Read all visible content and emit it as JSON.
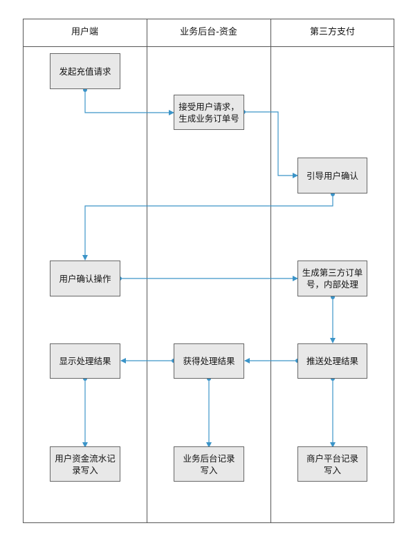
{
  "lanes": {
    "user": "用户端",
    "backend": "业务后台-资金",
    "thirdparty": "第三方支付"
  },
  "nodes": {
    "initiate_recharge": "发起充值请求",
    "accept_request": "接受用户请求，\n生成业务订单号",
    "guide_confirm": "引导用户确认",
    "user_confirm": "用户确认操作",
    "third_order": "生成第三方订单\n号，内部处理",
    "push_result": "推送处理结果",
    "get_result": "获得处理结果",
    "show_result": "显示处理结果",
    "user_ledger": "用户资金流水记\n录写入",
    "backend_record": "业务后台记录\n写入",
    "merchant_record": "商户平台记录\n写入"
  },
  "colors": {
    "connector": "#3b94c8",
    "node_fill": "#e8e8e8",
    "node_border": "#666666",
    "frame": "#555555"
  }
}
